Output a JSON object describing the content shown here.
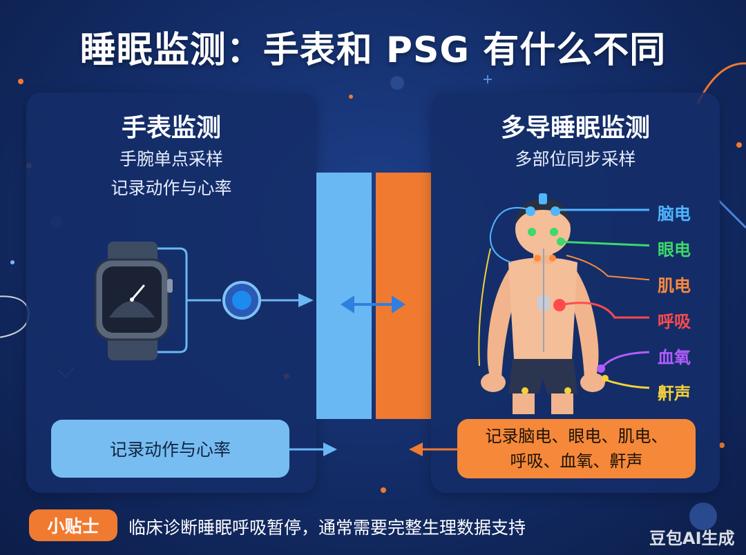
{
  "title": "睡眠监测：手表和 PSG 有什么不同",
  "watch_panel": {
    "title": "手表监测",
    "subtitle_line1": "手腕单点采样",
    "subtitle_line2": "记录动作与心率",
    "output_box": "记录动作与心率"
  },
  "psg_panel": {
    "title": "多导睡眠监测",
    "subtitle": "多部位同步采样",
    "output_line1": "记录脑电、眼电、肌电、",
    "output_line2": "呼吸、血氧、鼾声",
    "signals": [
      {
        "label": "脑电",
        "color": "#4fb6ff"
      },
      {
        "label": "眼电",
        "color": "#3fd86a"
      },
      {
        "label": "肌电",
        "color": "#ff8a3c"
      },
      {
        "label": "呼吸",
        "color": "#ff4b4b"
      },
      {
        "label": "血氧",
        "color": "#b45cff"
      },
      {
        "label": "鼾声",
        "color": "#f3d23a"
      }
    ]
  },
  "colors": {
    "watch_accent": "#6ab8f3",
    "psg_accent": "#f07a30",
    "background": "#132c66"
  },
  "tip": {
    "badge": "小贴士",
    "text": "临床诊断睡眠呼吸暂停，通常需要完整生理数据支持"
  },
  "watermark": "豆包AI生成"
}
